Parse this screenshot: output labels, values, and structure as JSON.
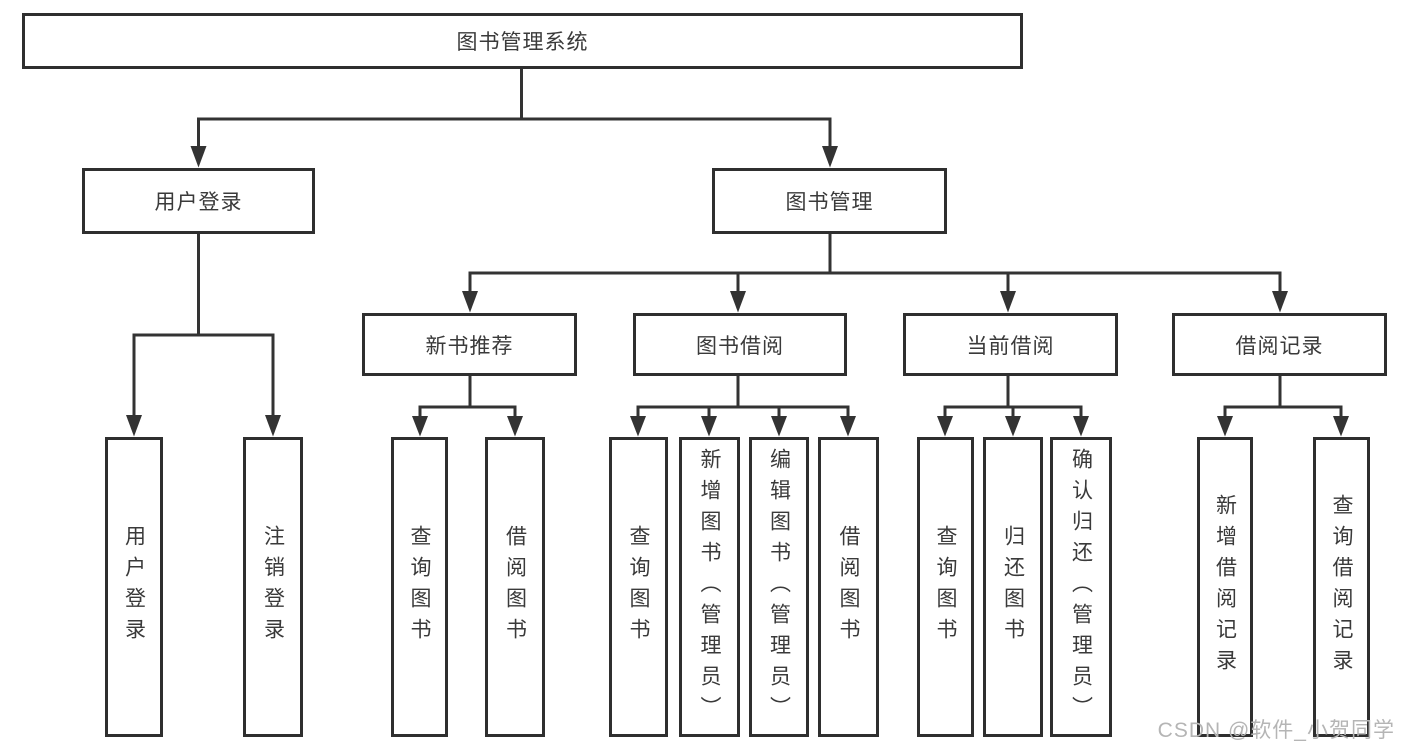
{
  "diagram": {
    "title": "图书管理系统",
    "type": "function-structure-tree",
    "colors": {
      "line": "#333333",
      "box_border": "#2f2f2f",
      "text": "#3a3a3a",
      "watermark": "#b5b5b5",
      "background": "#ffffff"
    }
  },
  "tree": {
    "root": {
      "label": "图书管理系统"
    },
    "branches": [
      {
        "label": "用户登录",
        "children": [
          {
            "label": "用户登录"
          },
          {
            "label": "注销登录"
          }
        ]
      },
      {
        "label": "图书管理",
        "children": [
          {
            "label": "新书推荐",
            "children": [
              {
                "label": "查询图书"
              },
              {
                "label": "借阅图书"
              }
            ]
          },
          {
            "label": "图书借阅",
            "children": [
              {
                "label": "查询图书"
              },
              {
                "label": "新增图书（管理员）"
              },
              {
                "label": "编辑图书（管理员）"
              },
              {
                "label": "借阅图书"
              }
            ]
          },
          {
            "label": "当前借阅",
            "children": [
              {
                "label": "查询图书"
              },
              {
                "label": "归还图书"
              },
              {
                "label": "确认归还（管理员）"
              }
            ]
          },
          {
            "label": "借阅记录",
            "children": [
              {
                "label": "新增借阅记录"
              },
              {
                "label": "查询借阅记录"
              }
            ]
          }
        ]
      }
    ]
  },
  "watermark": "CSDN @软件_小贺同学"
}
